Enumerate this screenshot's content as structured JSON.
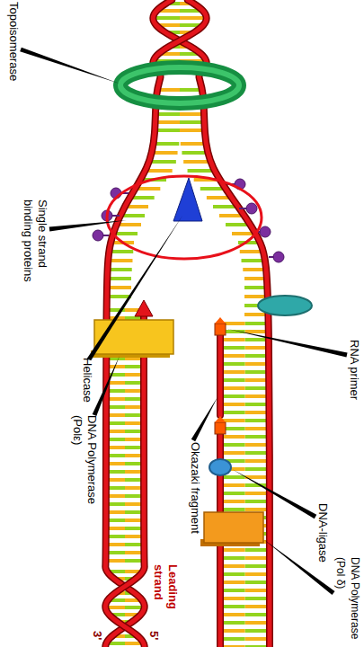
{
  "diagram": {
    "labels": [
      "Topoisomerase",
      "Single strand binding proteins",
      "Helicase",
      "DNA Polymerase (Polε)",
      "Okazaki fragment",
      "Leading strand",
      "3'",
      "5'",
      "RNA primer",
      "DNA-ligase",
      "DNA Polymerase (Pol δ)"
    ]
  }
}
